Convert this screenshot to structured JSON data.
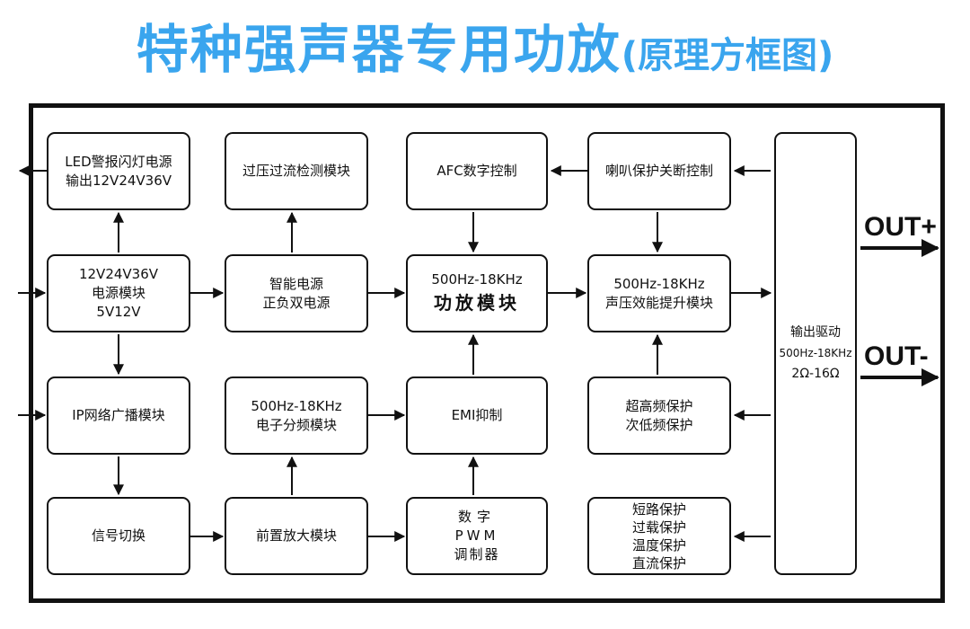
{
  "title": {
    "main": "特种强声器专用功放",
    "sub": "(原理方框图)"
  },
  "blocks": {
    "led_power": {
      "line1": "LED警报闪灯电源",
      "line2": "输出12V24V36V"
    },
    "power_module": {
      "line1": "12V24V36V",
      "line2": "电源模块",
      "line3": "5V12V"
    },
    "ip_broadcast": {
      "line1": "IP网络广播模块"
    },
    "signal_switch": {
      "line1": "信号切换"
    },
    "overvoltage": {
      "line1": "过压过流检测模块"
    },
    "smart_power": {
      "line1": "智能电源",
      "line2": "正负双电源"
    },
    "crossover": {
      "line1": "500Hz-18KHz",
      "line2": "电子分频模块"
    },
    "preamp": {
      "line1": "前置放大模块"
    },
    "afc": {
      "line1": "AFC数字控制"
    },
    "amp_module": {
      "line1": "500Hz-18KHz",
      "line2": "功放模块"
    },
    "emi": {
      "line1": "EMI抑制"
    },
    "pwm": {
      "line1": "数字",
      "line2": "PWM",
      "line3": "调制器"
    },
    "speaker_protect": {
      "line1": "喇叭保护关断控制"
    },
    "spl_boost": {
      "line1": "500Hz-18KHz",
      "line2": "声压效能提升模块"
    },
    "freq_protect": {
      "line1": "超高频保护",
      "line2": "次低频保护"
    },
    "protections": {
      "line1": "短路保护",
      "line2": "过载保护",
      "line3": "温度保护",
      "line4": "直流保护"
    },
    "output_driver": {
      "line1": "输出驱动",
      "line2": "500Hz-18KHz",
      "line3": "2Ω-16Ω"
    }
  },
  "outputs": {
    "plus": "OUT+",
    "minus": "OUT-"
  }
}
